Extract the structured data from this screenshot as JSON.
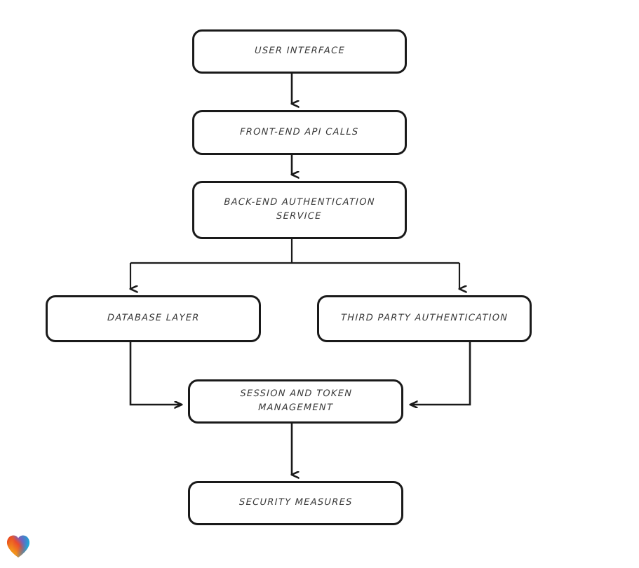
{
  "diagram": {
    "type": "flowchart",
    "style": "hand-drawn rounded rectangles with black arrows on white background",
    "colors": {
      "background": "#ffffff",
      "node_border": "#1a1a1a",
      "node_fill": "#ffffff",
      "text": "#3a3a3a",
      "connector": "#1a1a1a"
    },
    "nodes": [
      {
        "id": "user-interface",
        "label": "USER INTERFACE"
      },
      {
        "id": "frontend-api",
        "label": "FRONT-END API CALLS"
      },
      {
        "id": "backend-auth",
        "label": "BACK-END AUTHENTICATION\nSERVICE"
      },
      {
        "id": "database-layer",
        "label": "DATABASE LAYER"
      },
      {
        "id": "third-party-auth",
        "label": "THIRD PARTY AUTHENTICATION"
      },
      {
        "id": "session-token",
        "label": "SESSION AND TOKEN\nMANAGEMENT"
      },
      {
        "id": "security",
        "label": "SECURITY MEASURES"
      }
    ],
    "edges": [
      {
        "from": "user-interface",
        "to": "frontend-api",
        "direction": "down"
      },
      {
        "from": "frontend-api",
        "to": "backend-auth",
        "direction": "down"
      },
      {
        "from": "backend-auth",
        "to": "database-layer",
        "direction": "down-left-branch"
      },
      {
        "from": "backend-auth",
        "to": "third-party-auth",
        "direction": "down-right-branch"
      },
      {
        "from": "database-layer",
        "to": "session-token",
        "direction": "down-then-right"
      },
      {
        "from": "third-party-auth",
        "to": "session-token",
        "direction": "down-then-left"
      },
      {
        "from": "session-token",
        "to": "security",
        "direction": "down"
      }
    ]
  },
  "logo": {
    "name": "gradient-heart",
    "gradient_start": "#e8322a",
    "gradient_mid": "#f59a1c",
    "gradient_end": "#2a9ed4"
  }
}
